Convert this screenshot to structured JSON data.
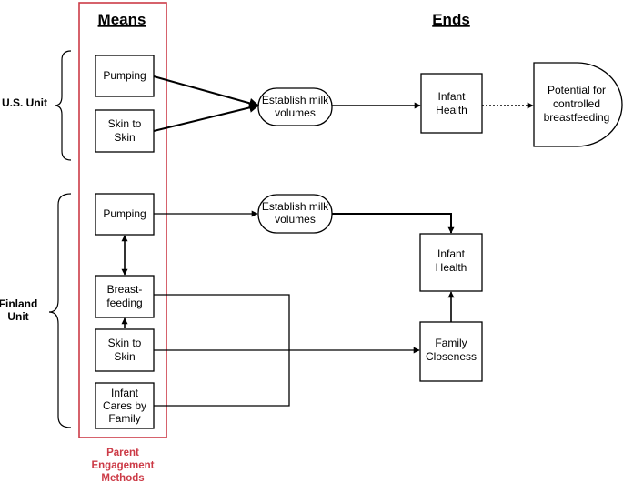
{
  "headings": {
    "means": "Means",
    "ends": "Ends"
  },
  "units": {
    "us": "U.S. Unit",
    "finland_line1": "Finland",
    "finland_line2": "Unit"
  },
  "means_caption": [
    "Parent",
    "Engagement",
    "Methods"
  ],
  "colors": {
    "means_frame": "#cc3b47",
    "caption": "#cc3b47",
    "stroke": "#000000"
  },
  "us": {
    "pumping": [
      "Pumping"
    ],
    "skin_to_skin": [
      "Skin to",
      "Skin"
    ],
    "establish_milk": [
      "Establish milk",
      "volumes"
    ],
    "infant_health": [
      "Infant",
      "Health"
    ],
    "potential": [
      "Potential for",
      "controlled",
      "breastfeeding"
    ]
  },
  "finland": {
    "pumping": [
      "Pumping"
    ],
    "breastfeeding": [
      "Breast-",
      "feeding"
    ],
    "skin_to_skin": [
      "Skin to",
      "Skin"
    ],
    "infant_cares": [
      "Infant",
      "Cares by",
      "Family"
    ],
    "establish_milk": [
      "Establish milk",
      "volumes"
    ],
    "infant_health": [
      "Infant",
      "Health"
    ],
    "family_closeness": [
      "Family",
      "Closeness"
    ]
  }
}
